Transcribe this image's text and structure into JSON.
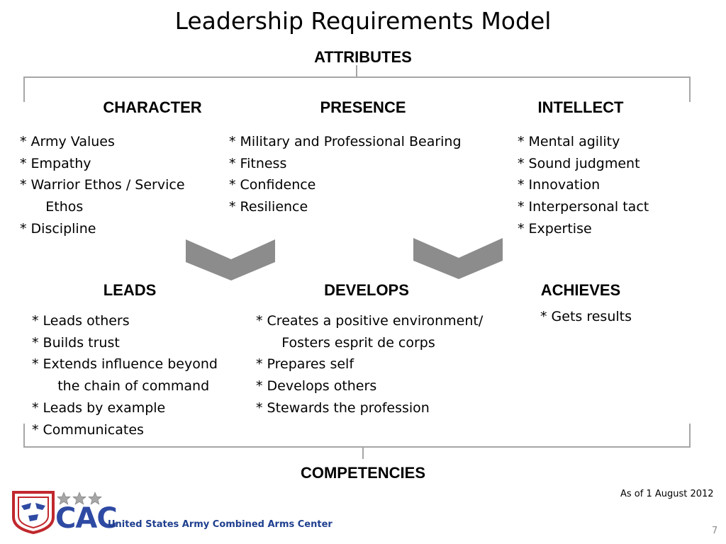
{
  "title": "Leadership Requirements Model",
  "attributes_label": "ATTRIBUTES",
  "competencies_label": "COMPETENCIES",
  "attributes": [
    {
      "heading": "CHARACTER",
      "items": [
        "* Army Values",
        "* Empathy",
        "* Warrior Ethos / Service",
        "      Ethos",
        "* Discipline"
      ]
    },
    {
      "heading": "PRESENCE",
      "items": [
        "* Military and Professional Bearing",
        "* Fitness",
        "* Confidence",
        "* Resilience"
      ]
    },
    {
      "heading": "INTELLECT",
      "items": [
        "* Mental agility",
        "* Sound judgment",
        "* Innovation",
        "* Interpersonal tact",
        "* Expertise"
      ]
    }
  ],
  "competencies": [
    {
      "heading": "LEADS",
      "items": [
        "* Leads others",
        "* Builds trust",
        "* Extends influence beyond",
        "      the chain of command",
        "* Leads by example",
        "* Communicates"
      ]
    },
    {
      "heading": "DEVELOPS",
      "items": [
        "* Creates a positive environment/",
        "      Fosters esprit de corps",
        "* Prepares self",
        "* Develops others",
        "* Stewards the profession"
      ]
    },
    {
      "heading": "ACHIEVES",
      "items": [
        "* Gets results"
      ]
    }
  ],
  "footer": {
    "logo_text": "CAC",
    "org_name": "United States Army Combined Arms Center",
    "as_of": "As of 1 August 2012",
    "page_number": "7"
  },
  "colors": {
    "bracket": "#a6a6a6",
    "chevron": "#8c8c8c",
    "footer_text": "#1f3f8f",
    "logo_blue": "#2e4aa3",
    "logo_red": "#c0282d"
  }
}
